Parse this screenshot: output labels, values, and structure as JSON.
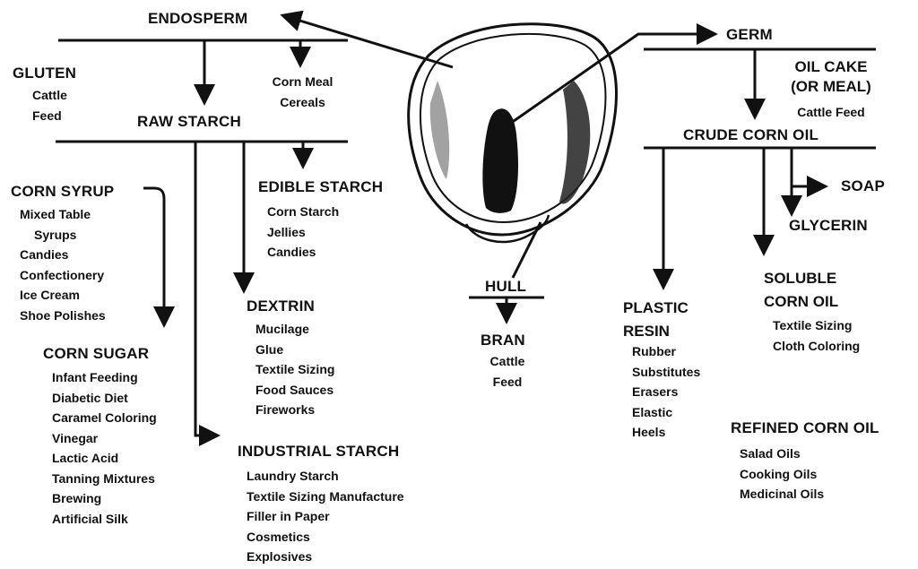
{
  "endosperm": {
    "title": "ENDOSPERM",
    "gluten": {
      "title": "GLUTEN",
      "uses": [
        "Cattle",
        "Feed"
      ]
    },
    "corn_meal": [
      "Corn Meal",
      "Cereals"
    ],
    "raw_starch": "RAW STARCH",
    "corn_syrup": {
      "title": "CORN SYRUP",
      "uses": [
        "Mixed Table",
        "Syrups",
        "Candies",
        "Confectionery",
        "Ice Cream",
        "Shoe Polishes"
      ]
    },
    "corn_sugar": {
      "title": "CORN SUGAR",
      "uses": [
        "Infant Feeding",
        "Diabetic Diet",
        "Caramel Coloring",
        "Vinegar",
        "Lactic Acid",
        "Tanning Mixtures",
        "Brewing",
        "Artificial Silk"
      ]
    },
    "edible_starch": {
      "title": "EDIBLE STARCH",
      "uses": [
        "Corn Starch",
        "Jellies",
        "Candies"
      ]
    },
    "dextrin": {
      "title": "DEXTRIN",
      "uses": [
        "Mucilage",
        "Glue",
        "Textile Sizing",
        "Food Sauces",
        "Fireworks"
      ]
    },
    "industrial_starch": {
      "title": "INDUSTRIAL STARCH",
      "uses": [
        "Laundry Starch",
        "Textile Sizing Manufacture",
        "Filler in Paper",
        "Cosmetics",
        "Explosives"
      ]
    }
  },
  "hull": {
    "title": "HULL",
    "bran": {
      "title": "BRAN",
      "uses": [
        "Cattle",
        "Feed"
      ]
    }
  },
  "germ": {
    "title": "GERM",
    "oil_cake": {
      "title_lines": [
        "OIL CAKE",
        "(OR MEAL)"
      ],
      "uses": [
        "Cattle Feed"
      ]
    },
    "crude_oil": "CRUDE CORN OIL",
    "soap": "SOAP",
    "glycerin": "GLYCERIN",
    "plastic_resin": {
      "title_lines": [
        "PLASTIC",
        "RESIN"
      ],
      "uses": [
        "Rubber",
        "Substitutes",
        "Erasers",
        "Elastic",
        "Heels"
      ]
    },
    "soluble_oil": {
      "title_lines": [
        "SOLUBLE",
        "CORN OIL"
      ],
      "uses": [
        "Textile Sizing",
        "Cloth Coloring"
      ]
    },
    "refined_oil": {
      "title": "REFINED CORN OIL",
      "uses": [
        "Salad Oils",
        "Cooking Oils",
        "Medicinal Oils"
      ]
    }
  }
}
